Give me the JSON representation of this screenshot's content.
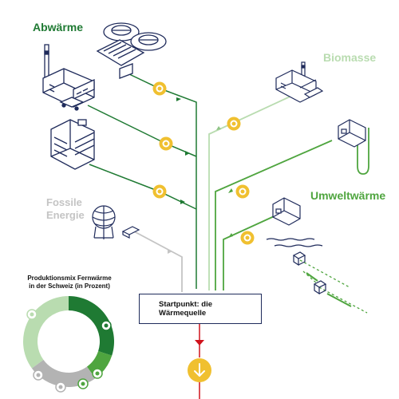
{
  "categories": {
    "abwaerme": {
      "label": "Abwärme",
      "color": "#1f7a33"
    },
    "biomasse": {
      "label": "Biomasse",
      "color": "#b9dcb0"
    },
    "umweltwaerme": {
      "label": "Umweltwärme",
      "color": "#4fa53f"
    },
    "fossile": {
      "label_line1": "Fossile",
      "label_line2": "Energie",
      "color": "#c4c4c4"
    }
  },
  "colors": {
    "navy": "#1f2b5b",
    "hotspot": "#f0c030",
    "flow_red": "#d0121b",
    "abwaerme": "#1f7a33",
    "biomasse": "#b9dcb0",
    "umweltwaerme": "#4fa53f",
    "fossile": "#c4c4c4"
  },
  "start": {
    "label": "Startpunkt: die Wärmequelle",
    "icon": "hotspot-dot-icon"
  },
  "next_button": {
    "icon": "arrow-down-icon"
  },
  "donut": {
    "title_line1": "Produktionsmix Fernwärme",
    "title_line2": "in der Schweiz (in Prozent)",
    "segments": [
      {
        "category": "abwaerme",
        "share": 0.3,
        "color": "#1f7a33"
      },
      {
        "category": "umweltwaerme",
        "share": 0.1,
        "color": "#4fa53f"
      },
      {
        "category": "fossile",
        "share": 0.25,
        "color": "#b3b3b3"
      },
      {
        "category": "biomasse",
        "share": 0.35,
        "color": "#b9dcb0"
      }
    ]
  }
}
